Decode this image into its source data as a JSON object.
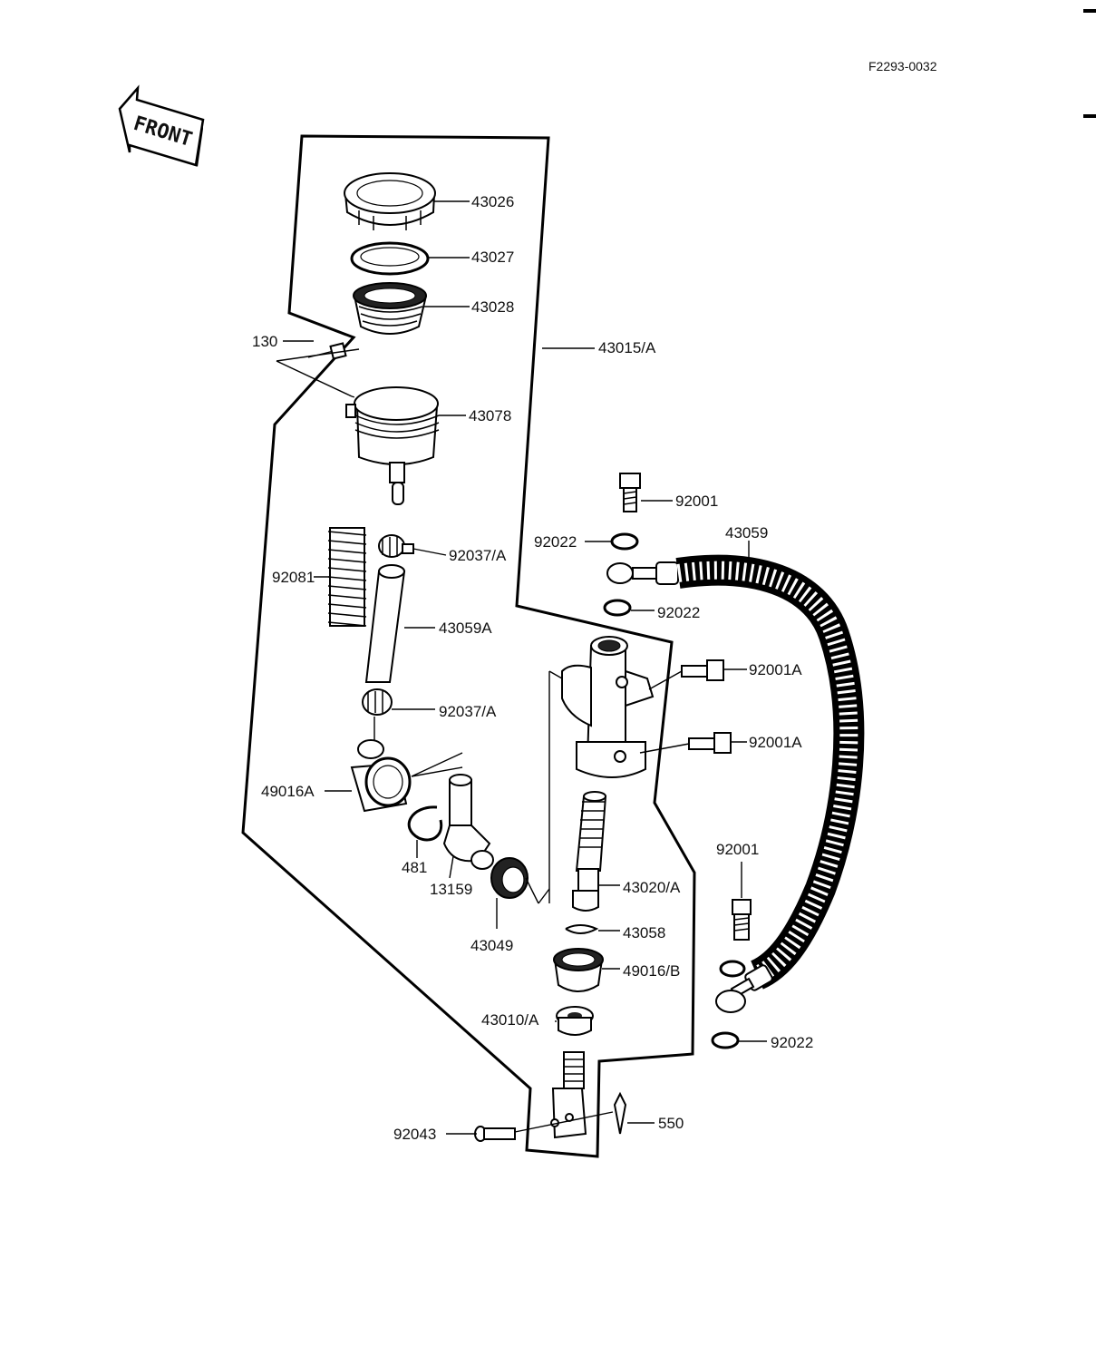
{
  "diagram": {
    "drawing_code": "F2293-0032",
    "front_label": "FRONT",
    "part_labels": {
      "p43026": "43026",
      "p43027": "43027",
      "p43028": "43028",
      "p130": "130",
      "p43015a": "43015/A",
      "p43078": "43078",
      "p92001_top": "92001",
      "p92022_top": "92022",
      "p43059": "43059",
      "p92081": "92081",
      "p92037a_top": "92037/A",
      "p92022_mid": "92022",
      "p43059a": "43059A",
      "p92001a_top": "92001A",
      "p92037a_bottom": "92037/A",
      "p92001a_bottom": "92001A",
      "p49016a": "49016A",
      "p92001_right": "92001",
      "p481": "481",
      "p43020a": "43020/A",
      "p13159": "13159",
      "p43058": "43058",
      "p43049": "43049",
      "p49016b": "49016/B",
      "p43010a": "43010/A",
      "p92022_bottom": "92022",
      "p92043": "92043",
      "p550": "550"
    },
    "colors": {
      "ink": "#000000",
      "paper": "#ffffff"
    }
  }
}
